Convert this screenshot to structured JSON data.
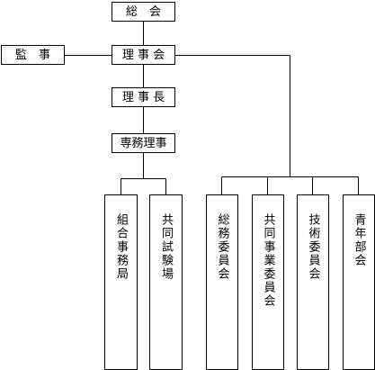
{
  "org_chart": {
    "general_meeting": "総　会",
    "auditor": "監　事",
    "board": "理 事 会",
    "chairman": "理 事 長",
    "executive_director": "専務理事",
    "office": "組合事務局",
    "test_lab": "共同試験場",
    "committees": [
      "総務委員会",
      "共同事業委員会",
      "技術委員会",
      "青年部会"
    ]
  },
  "colors": {
    "line": "#000000",
    "box_border": "#000000",
    "background": "#ffffff"
  }
}
